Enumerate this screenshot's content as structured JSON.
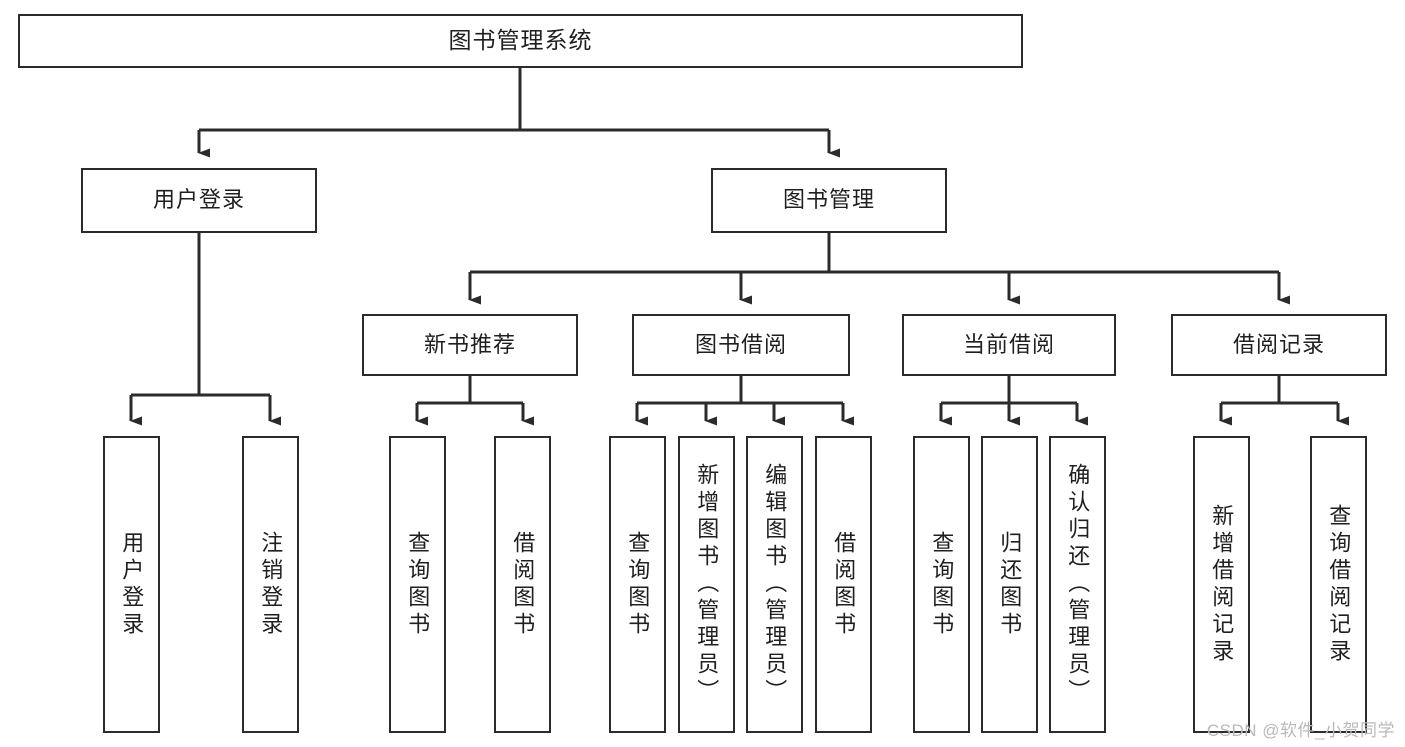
{
  "diagram": {
    "type": "hierarchy-tree",
    "title": "图书管理系统",
    "watermark": "CSDN @软件_小贺同学",
    "colors": {
      "stroke": "#2b2b2b",
      "fill": "#ffffff",
      "text": "#1f1f1f",
      "watermark": "#b9b9b9"
    },
    "levels": [
      {
        "level": 1,
        "nodes": [
          {
            "id": "root",
            "label": "图书管理系统",
            "orientation": "horizontal"
          }
        ]
      },
      {
        "level": 2,
        "nodes": [
          {
            "id": "login",
            "label": "用户登录",
            "orientation": "horizontal",
            "parent": "root"
          },
          {
            "id": "bookmgmt",
            "label": "图书管理",
            "orientation": "horizontal",
            "parent": "root"
          }
        ]
      },
      {
        "level": 3,
        "nodes": [
          {
            "id": "newbook",
            "label": "新书推荐",
            "orientation": "horizontal",
            "parent": "bookmgmt"
          },
          {
            "id": "borrow",
            "label": "图书借阅",
            "orientation": "horizontal",
            "parent": "bookmgmt"
          },
          {
            "id": "current",
            "label": "当前借阅",
            "orientation": "horizontal",
            "parent": "bookmgmt"
          },
          {
            "id": "records",
            "label": "借阅记录",
            "orientation": "horizontal",
            "parent": "bookmgmt"
          }
        ]
      },
      {
        "level": 4,
        "nodes": [
          {
            "id": "leaf1",
            "label": "用户登录",
            "orientation": "vertical",
            "parent": "login"
          },
          {
            "id": "leaf2",
            "label": "注销登录",
            "orientation": "vertical",
            "parent": "login"
          },
          {
            "id": "leaf3",
            "label": "查询图书",
            "orientation": "vertical",
            "parent": "newbook"
          },
          {
            "id": "leaf4",
            "label": "借阅图书",
            "orientation": "vertical",
            "parent": "newbook"
          },
          {
            "id": "leaf5",
            "label": "查询图书",
            "orientation": "vertical",
            "parent": "borrow"
          },
          {
            "id": "leaf6",
            "label": "新增图书（管理员）",
            "orientation": "vertical",
            "parent": "borrow"
          },
          {
            "id": "leaf7",
            "label": "编辑图书（管理员）",
            "orientation": "vertical",
            "parent": "borrow"
          },
          {
            "id": "leaf8",
            "label": "借阅图书",
            "orientation": "vertical",
            "parent": "borrow"
          },
          {
            "id": "leaf9",
            "label": "查询图书",
            "orientation": "vertical",
            "parent": "current"
          },
          {
            "id": "leaf10",
            "label": "归还图书",
            "orientation": "vertical",
            "parent": "current"
          },
          {
            "id": "leaf11",
            "label": "确认归还（管理员）",
            "orientation": "vertical",
            "parent": "current"
          },
          {
            "id": "leaf12",
            "label": "新增借阅记录",
            "orientation": "vertical",
            "parent": "records"
          },
          {
            "id": "leaf13",
            "label": "查询借阅记录",
            "orientation": "vertical",
            "parent": "records"
          }
        ]
      }
    ]
  }
}
